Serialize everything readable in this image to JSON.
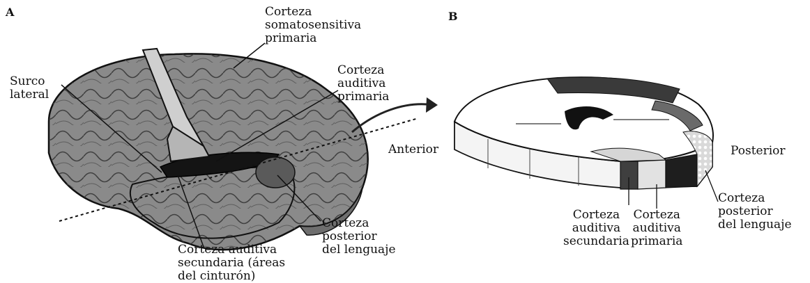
{
  "panel_a": {
    "letter": "A",
    "labels": {
      "somatosensory": "Corteza\nsomatosensitiva\nprimaria",
      "lateral_sulcus": "Surco\nlateral",
      "primary_auditory": "Corteza\nauditiva\nprimaria",
      "posterior_language": "Corteza\nposterior\ndel lenguaje",
      "secondary_auditory": "Corteza auditiva\nsecundaria (áreas\ndel cinturón)"
    }
  },
  "panel_b": {
    "letter": "B",
    "labels": {
      "anterior": "Anterior",
      "posterior": "Posterior",
      "secondary_auditory": "Corteza\nauditiva\nsecundaria",
      "primary_auditory": "Corteza\nauditiva\nprimaria",
      "posterior_language": "Corteza\nposterior\ndel lenguaje"
    }
  }
}
